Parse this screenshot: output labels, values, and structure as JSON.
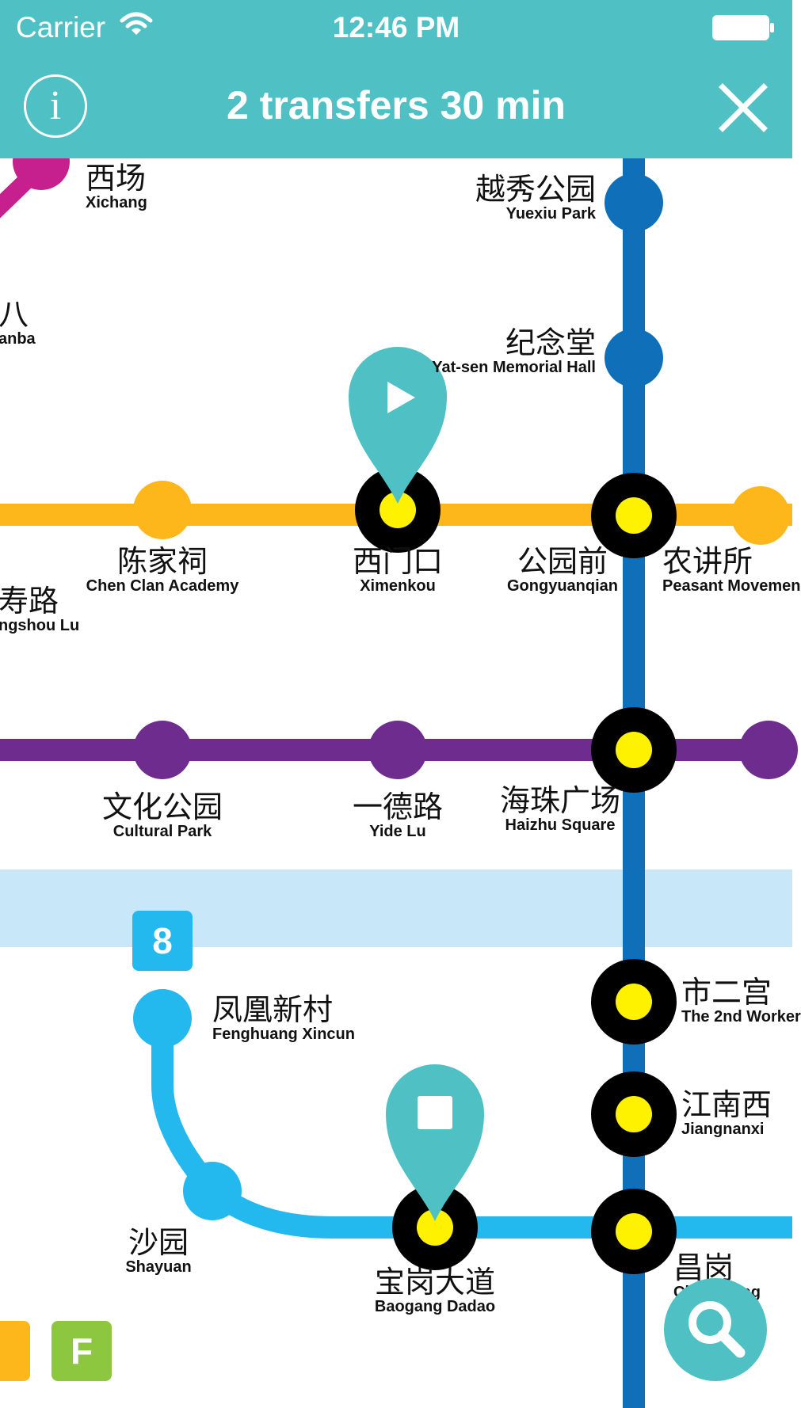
{
  "status_bar": {
    "carrier": "Carrier",
    "time": "12:46 PM"
  },
  "nav": {
    "title": "2 transfers 30 min"
  },
  "colors": {
    "accent": "#4FC1C4",
    "line1": "#FDB71A",
    "line2": "#0F6FB8",
    "line6": "#6E2C8F",
    "line8": "#24B9EE",
    "line5": "#C5208D",
    "lineF": "#8DC63F",
    "river": "#C8E8F9",
    "route_station": "#FFF200"
  },
  "lines": {
    "line8_badge": "8",
    "lineF_badge": "F"
  },
  "stations": {
    "xichang": {
      "zh": "西场",
      "en": "Xichang"
    },
    "ximenba": {
      "zh": "八",
      "en": "anba"
    },
    "yuexiu_park": {
      "zh": "越秀公园",
      "en": "Yuexiu Park"
    },
    "memorial_hall": {
      "zh": "纪念堂",
      "en": "Yat-sen Memorial Hall"
    },
    "chen_clan": {
      "zh": "陈家祠",
      "en": "Chen Clan Academy"
    },
    "ximenkou": {
      "zh": "西门口",
      "en": "Ximenkou"
    },
    "gongyuanqian": {
      "zh": "公园前",
      "en": "Gongyuanqian"
    },
    "peasant": {
      "zh": "农讲所",
      "en": "Peasant Movemen"
    },
    "changshou": {
      "zh": "寿路",
      "en": "ngshou Lu"
    },
    "cultural_park": {
      "zh": "文化公园",
      "en": "Cultural Park"
    },
    "yide_lu": {
      "zh": "一德路",
      "en": "Yide Lu"
    },
    "haizhu": {
      "zh": "海珠广场",
      "en": "Haizhu Square"
    },
    "fenghuang": {
      "zh": "凤凰新村",
      "en": "Fenghuang Xincun"
    },
    "shier_gong": {
      "zh": "市二宫",
      "en": "The 2nd Worker"
    },
    "jiangnanxi": {
      "zh": "江南西",
      "en": "Jiangnanxi"
    },
    "shayuan": {
      "zh": "沙园",
      "en": "Shayuan"
    },
    "baogang": {
      "zh": "宝岗大道",
      "en": "Baogang Dadao"
    },
    "changgang": {
      "zh": "昌岗",
      "en": "Changgang"
    }
  }
}
